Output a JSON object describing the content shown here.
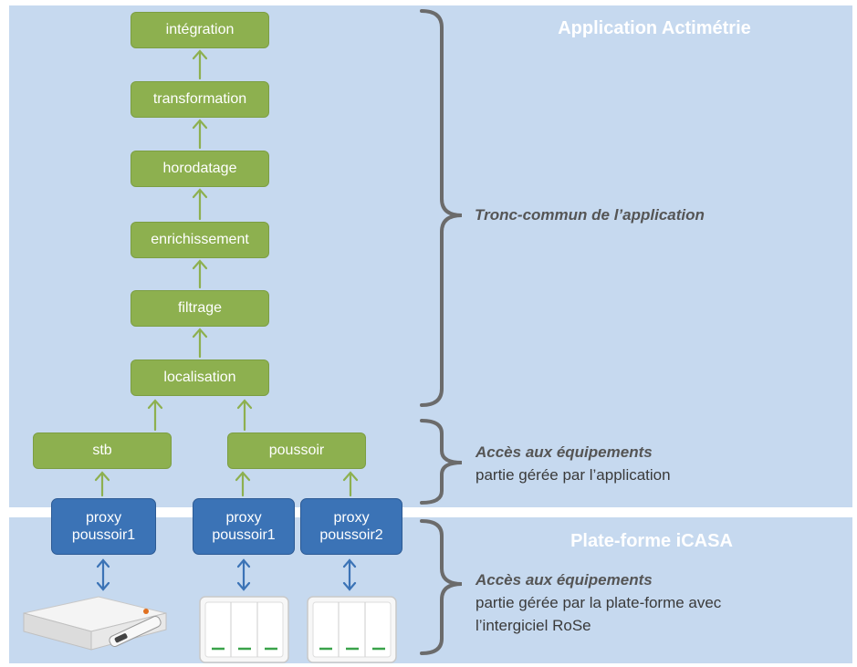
{
  "panels": {
    "application_title": "Application Actimétrie",
    "platform_title": "Plate-forme iCASA"
  },
  "pipeline": {
    "stages": [
      "intégration",
      "transformation",
      "horodatage",
      "enrichissement",
      "filtrage",
      "localisation"
    ]
  },
  "access_boxes": {
    "stb": "stb",
    "poussoir": "poussoir"
  },
  "proxies": [
    {
      "line1": "proxy",
      "line2": "poussoir1"
    },
    {
      "line1": "proxy",
      "line2": "poussoir1"
    },
    {
      "line1": "proxy",
      "line2": "poussoir2"
    }
  ],
  "annotations": {
    "tronc_commun": "Tronc-commun de l’application",
    "access_app_title": "Accès aux équipements",
    "access_app_desc": "partie gérée par l’application",
    "access_platform_title": "Accès aux équipements",
    "access_platform_desc_line1": "partie gérée par la plate-forme avec",
    "access_platform_desc_line2": "l’intergiciel RoSe"
  },
  "colors": {
    "panel_bg": "#c6d9ef",
    "green_box": "#8db04f",
    "blue_box": "#3b73b6",
    "green_arrow": "#8db04f",
    "blue_arrow": "#3b73b6",
    "bracket": "#6b6b6b",
    "switch_led": "#3aa34a"
  },
  "devices": [
    "set-top-box-device",
    "push-button-switch",
    "push-button-switch"
  ]
}
